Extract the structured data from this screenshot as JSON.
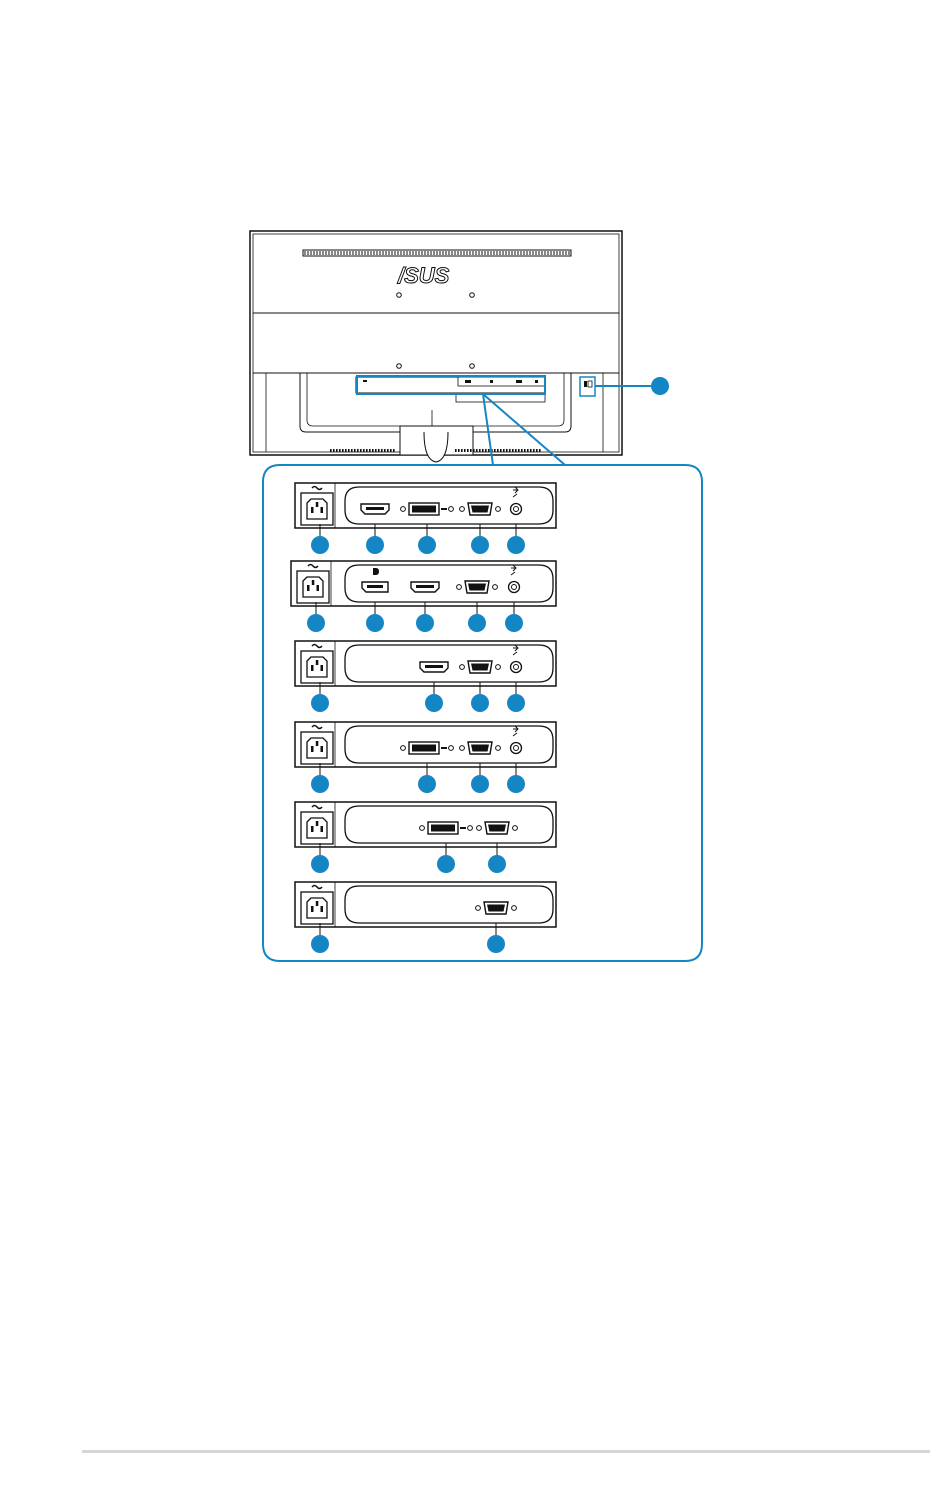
{
  "monitor": {
    "brand_logo": "/SUS"
  },
  "colors": {
    "callout_fill": "#1486c4",
    "callout_line": "#1486c4",
    "outline": "#111111",
    "rule": "#d6d6d6"
  },
  "icons": {
    "ac": "~",
    "audio": "audio-jack-icon",
    "dp": "displayport-icon",
    "lock": "kensington-lock-icon"
  },
  "port_panels": [
    {
      "variant": 1,
      "ports": [
        "ac-power-in",
        "hdmi",
        "dvi",
        "vga",
        "audio-in"
      ]
    },
    {
      "variant": 2,
      "ports": [
        "ac-power-in",
        "displayport",
        "hdmi",
        "vga",
        "audio-in"
      ]
    },
    {
      "variant": 3,
      "ports": [
        "ac-power-in",
        "hdmi",
        "vga",
        "audio-in"
      ]
    },
    {
      "variant": 4,
      "ports": [
        "ac-power-in",
        "dvi",
        "vga",
        "audio-in"
      ]
    },
    {
      "variant": 5,
      "ports": [
        "ac-power-in",
        "dvi",
        "vga"
      ]
    },
    {
      "variant": 6,
      "ports": [
        "ac-power-in",
        "vga"
      ]
    }
  ]
}
